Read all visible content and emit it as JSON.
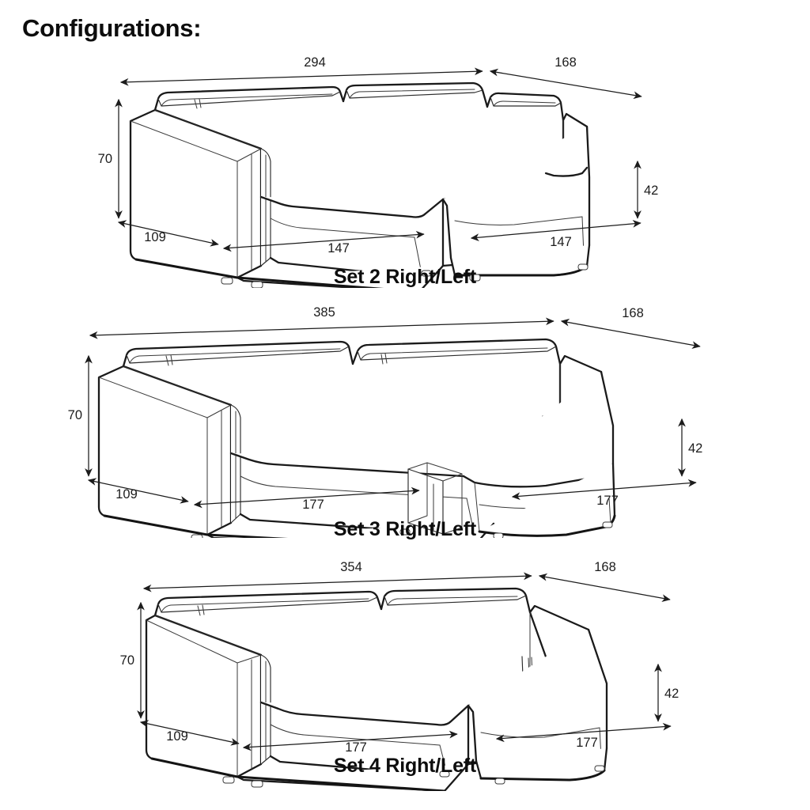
{
  "page": {
    "title": "Configurations:",
    "background_color": "#ffffff",
    "line_color": "#1a1a1a",
    "text_color": "#111111"
  },
  "units": "cm",
  "configurations": [
    {
      "id": "set-2",
      "caption": "Set 2 Right/Left",
      "dimensions": {
        "total_width": "294",
        "depth_right": "168",
        "height": "70",
        "depth_left": "109",
        "seat_left": "147",
        "seat_right": "147",
        "seat_height": "42"
      }
    },
    {
      "id": "set-3",
      "caption": "Set 3 Right/Left",
      "dimensions": {
        "total_width": "385",
        "depth_right": "168",
        "height": "70",
        "depth_left": "109",
        "seat_left": "177",
        "seat_right": "177",
        "seat_height": "42"
      }
    },
    {
      "id": "set-4",
      "caption": "Set 4 Right/Left",
      "dimensions": {
        "total_width": "354",
        "depth_right": "168",
        "height": "70",
        "depth_left": "109",
        "seat_left": "177",
        "seat_right": "177",
        "seat_height": "42"
      }
    }
  ]
}
